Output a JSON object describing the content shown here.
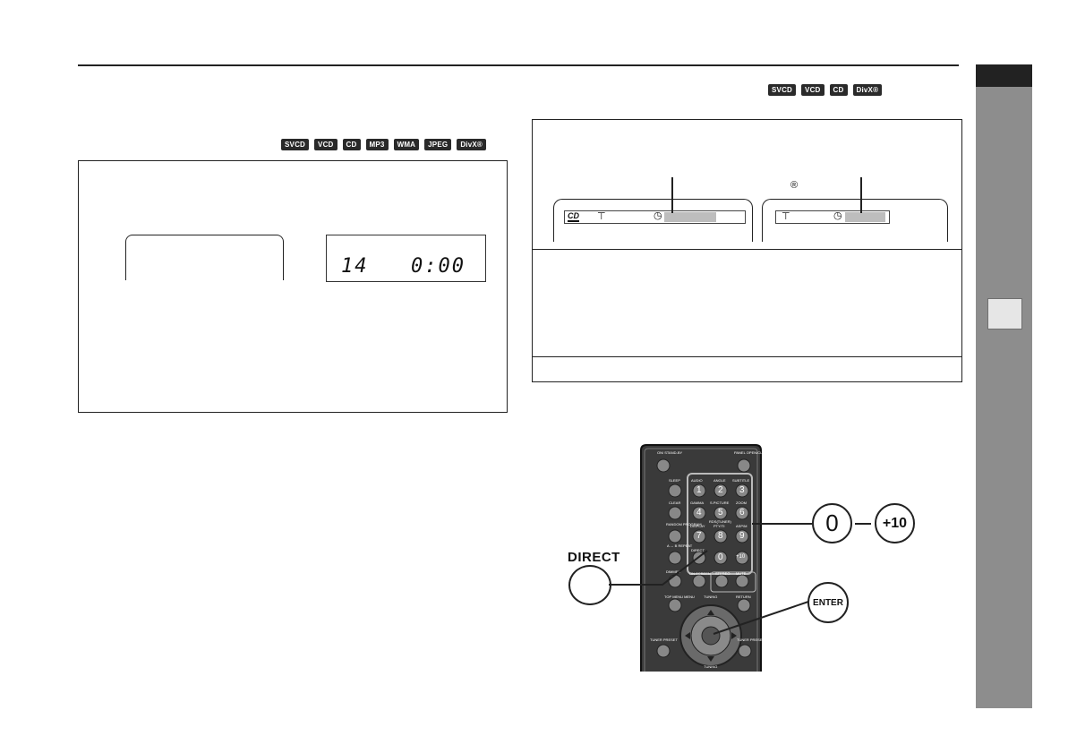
{
  "left_section": {
    "disc_badges": [
      "SVCD",
      "VCD",
      "CD",
      "MP3",
      "WMA",
      "JPEG",
      "DivX®"
    ],
    "display_readout": {
      "track": "14",
      "time": "0:00"
    }
  },
  "right_section": {
    "disc_badges": [
      "SVCD",
      "VCD",
      "CD",
      "DivX®"
    ],
    "cd_logo": "CD",
    "registered_mark": "®"
  },
  "remote": {
    "button_labels": {
      "power": "ON/ STAND-BY",
      "panel": "PANEL OPEN/CLOSE",
      "sleep": "SLEEP",
      "audio": "AUDIO",
      "angle": "ANGLE",
      "subtitle": "SUBTITLE",
      "clear": "CLEAR",
      "gamma": "GAMMA",
      "spicture": "S.PICTURE",
      "zoom": "ZOOM",
      "random": "RANDOM PROGRAM",
      "display": "DISPLAY",
      "pty": "PTY/TI",
      "asp": "ASP/M",
      "rds": "RDS(TUNER)",
      "repeat": "A ↔ B REPEAT",
      "direct": "DIRECT",
      "dimmer": "DIMMER",
      "onscreen": "ON SCREEN",
      "stereo": "STEREO",
      "mute": "MUTE",
      "topmenu": "TOP MENU MENU",
      "tuning": "TUNING",
      "return": "RETURN",
      "tuner_preset": "TUNER PRESET"
    },
    "digits": [
      "1",
      "2",
      "3",
      "4",
      "5",
      "6",
      "7",
      "8",
      "9",
      "0",
      "+10"
    ]
  },
  "callouts": {
    "zero": "0",
    "plus_ten": "+10",
    "direct": "DIRECT",
    "enter": "ENTER"
  }
}
